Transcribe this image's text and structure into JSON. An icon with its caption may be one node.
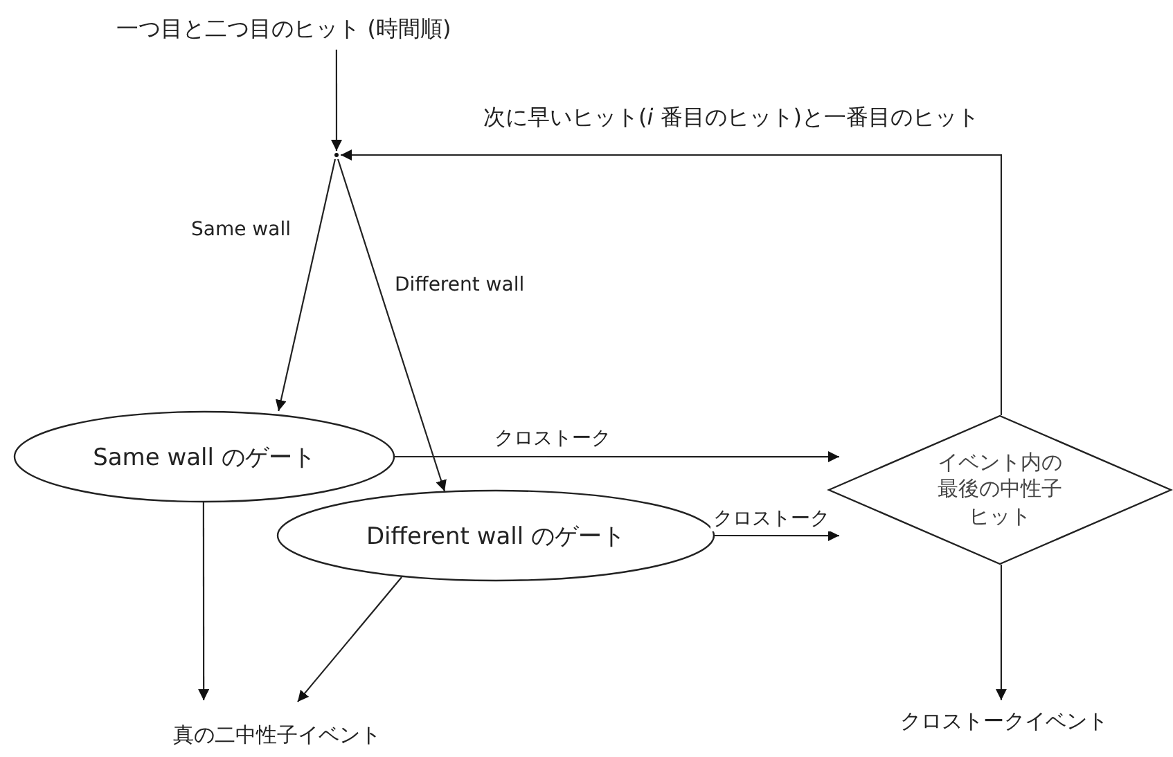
{
  "diagram": {
    "nodes": [
      {
        "text": [
          "一つ目と二つ目のヒット (時間順)"
        ]
      },
      {
        "text": [],
        "shape": "point"
      },
      {
        "text": [
          "Same wall のゲート"
        ]
      },
      {
        "text": [
          "Different wall のゲート"
        ]
      },
      {
        "text": [
          "イベント内の最後の中性子ヒット"
        ]
      },
      {
        "text": [
          "真の二中性子イベント"
        ]
      },
      {
        "text": [
          "クロストークイベント"
        ]
      }
    ],
    "edges": [
      {
        "from": 0,
        "to": 1,
        "arrow": "to"
      },
      {
        "from": 1,
        "to": 2,
        "arrow": "to",
        "label": "Same wall"
      },
      {
        "from": 1,
        "to": 3,
        "arrow": "to",
        "label": "Different wall"
      },
      {
        "from": 2,
        "to": 4,
        "arrow": "to",
        "label": "クロストーク"
      },
      {
        "from": 3,
        "to": 4,
        "arrow": "to",
        "label": "クロストーク"
      },
      {
        "from": 4,
        "to": 1,
        "arrow": "to",
        "label": "次に早いヒット(*i* 番目のヒット)と一番目のヒット"
      },
      {
        "from": 2,
        "to": 5,
        "arrow": "to"
      },
      {
        "from": 3,
        "to": 5,
        "arrow": "to"
      },
      {
        "from": 4,
        "to": 6,
        "arrow": "to"
      }
    ]
  }
}
